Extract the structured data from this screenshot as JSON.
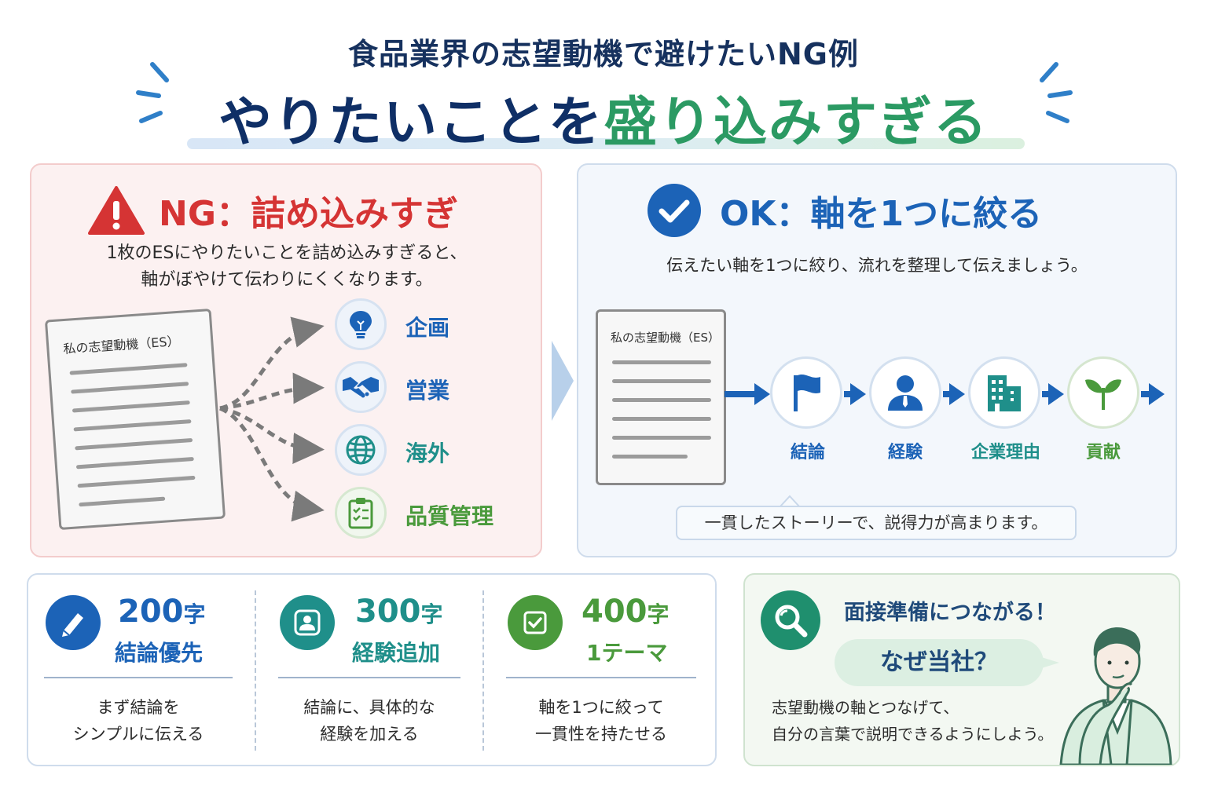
{
  "header": {
    "subtitle": "食品業界の志望動機で避けたいNG例",
    "title_part1": "やりたいことを",
    "title_part2": "盛り込みすぎる"
  },
  "ng": {
    "heading": "NG：詰め込みすぎ",
    "desc_line1": "1枚のESにやりたいことを詰め込みすぎると、",
    "desc_line2": "軸がぼやけて伝わりにくくなります。",
    "doc_title": "私の志望動機（ES）",
    "categories": [
      {
        "label": "企画",
        "icon": "lightbulb-icon",
        "color": "#1c63b7"
      },
      {
        "label": "営業",
        "icon": "handshake-icon",
        "color": "#1c63b7"
      },
      {
        "label": "海外",
        "icon": "globe-icon",
        "color": "#1f8f8a"
      },
      {
        "label": "品質管理",
        "icon": "clipboard-icon",
        "color": "#4a9a3c"
      }
    ]
  },
  "ok": {
    "heading": "OK：軸を1つに絞る",
    "desc": "伝えたい軸を1つに絞り、流れを整理して伝えましょう。",
    "doc_title": "私の志望動機（ES）",
    "steps": [
      {
        "label": "結論",
        "icon": "flag-icon",
        "color": "#1c63b7"
      },
      {
        "label": "経験",
        "icon": "person-icon",
        "color": "#1c63b7"
      },
      {
        "label": "企業理由",
        "icon": "building-icon",
        "color": "#1f8f8a"
      },
      {
        "label": "貢献",
        "icon": "sprout-icon",
        "color": "#4a9a3c"
      }
    ],
    "story": "一貫したストーリーで、説得力が高まります。"
  },
  "plans": [
    {
      "num": "200",
      "unit": "字",
      "sub": "結論優先",
      "desc1": "まず結論を",
      "desc2": "シンプルに伝える",
      "color": "#1c63b7",
      "icon": "pencil-icon"
    },
    {
      "num": "300",
      "unit": "字",
      "sub": "経験追加",
      "desc1": "結論に、具体的な",
      "desc2": "経験を加える",
      "color": "#1f8f8a",
      "icon": "user-icon"
    },
    {
      "num": "400",
      "unit": "字",
      "sub": "1テーマ",
      "desc1": "軸を1つに絞って",
      "desc2": "一貫性を持たせる",
      "color": "#4a9a3c",
      "icon": "checkbox-icon"
    }
  ],
  "interview": {
    "title": "面接準備につながる！",
    "bubble": "なぜ当社？",
    "desc1": "志望動機の軸とつなげて、",
    "desc2": "自分の言葉で説明できるようにしよう。"
  }
}
